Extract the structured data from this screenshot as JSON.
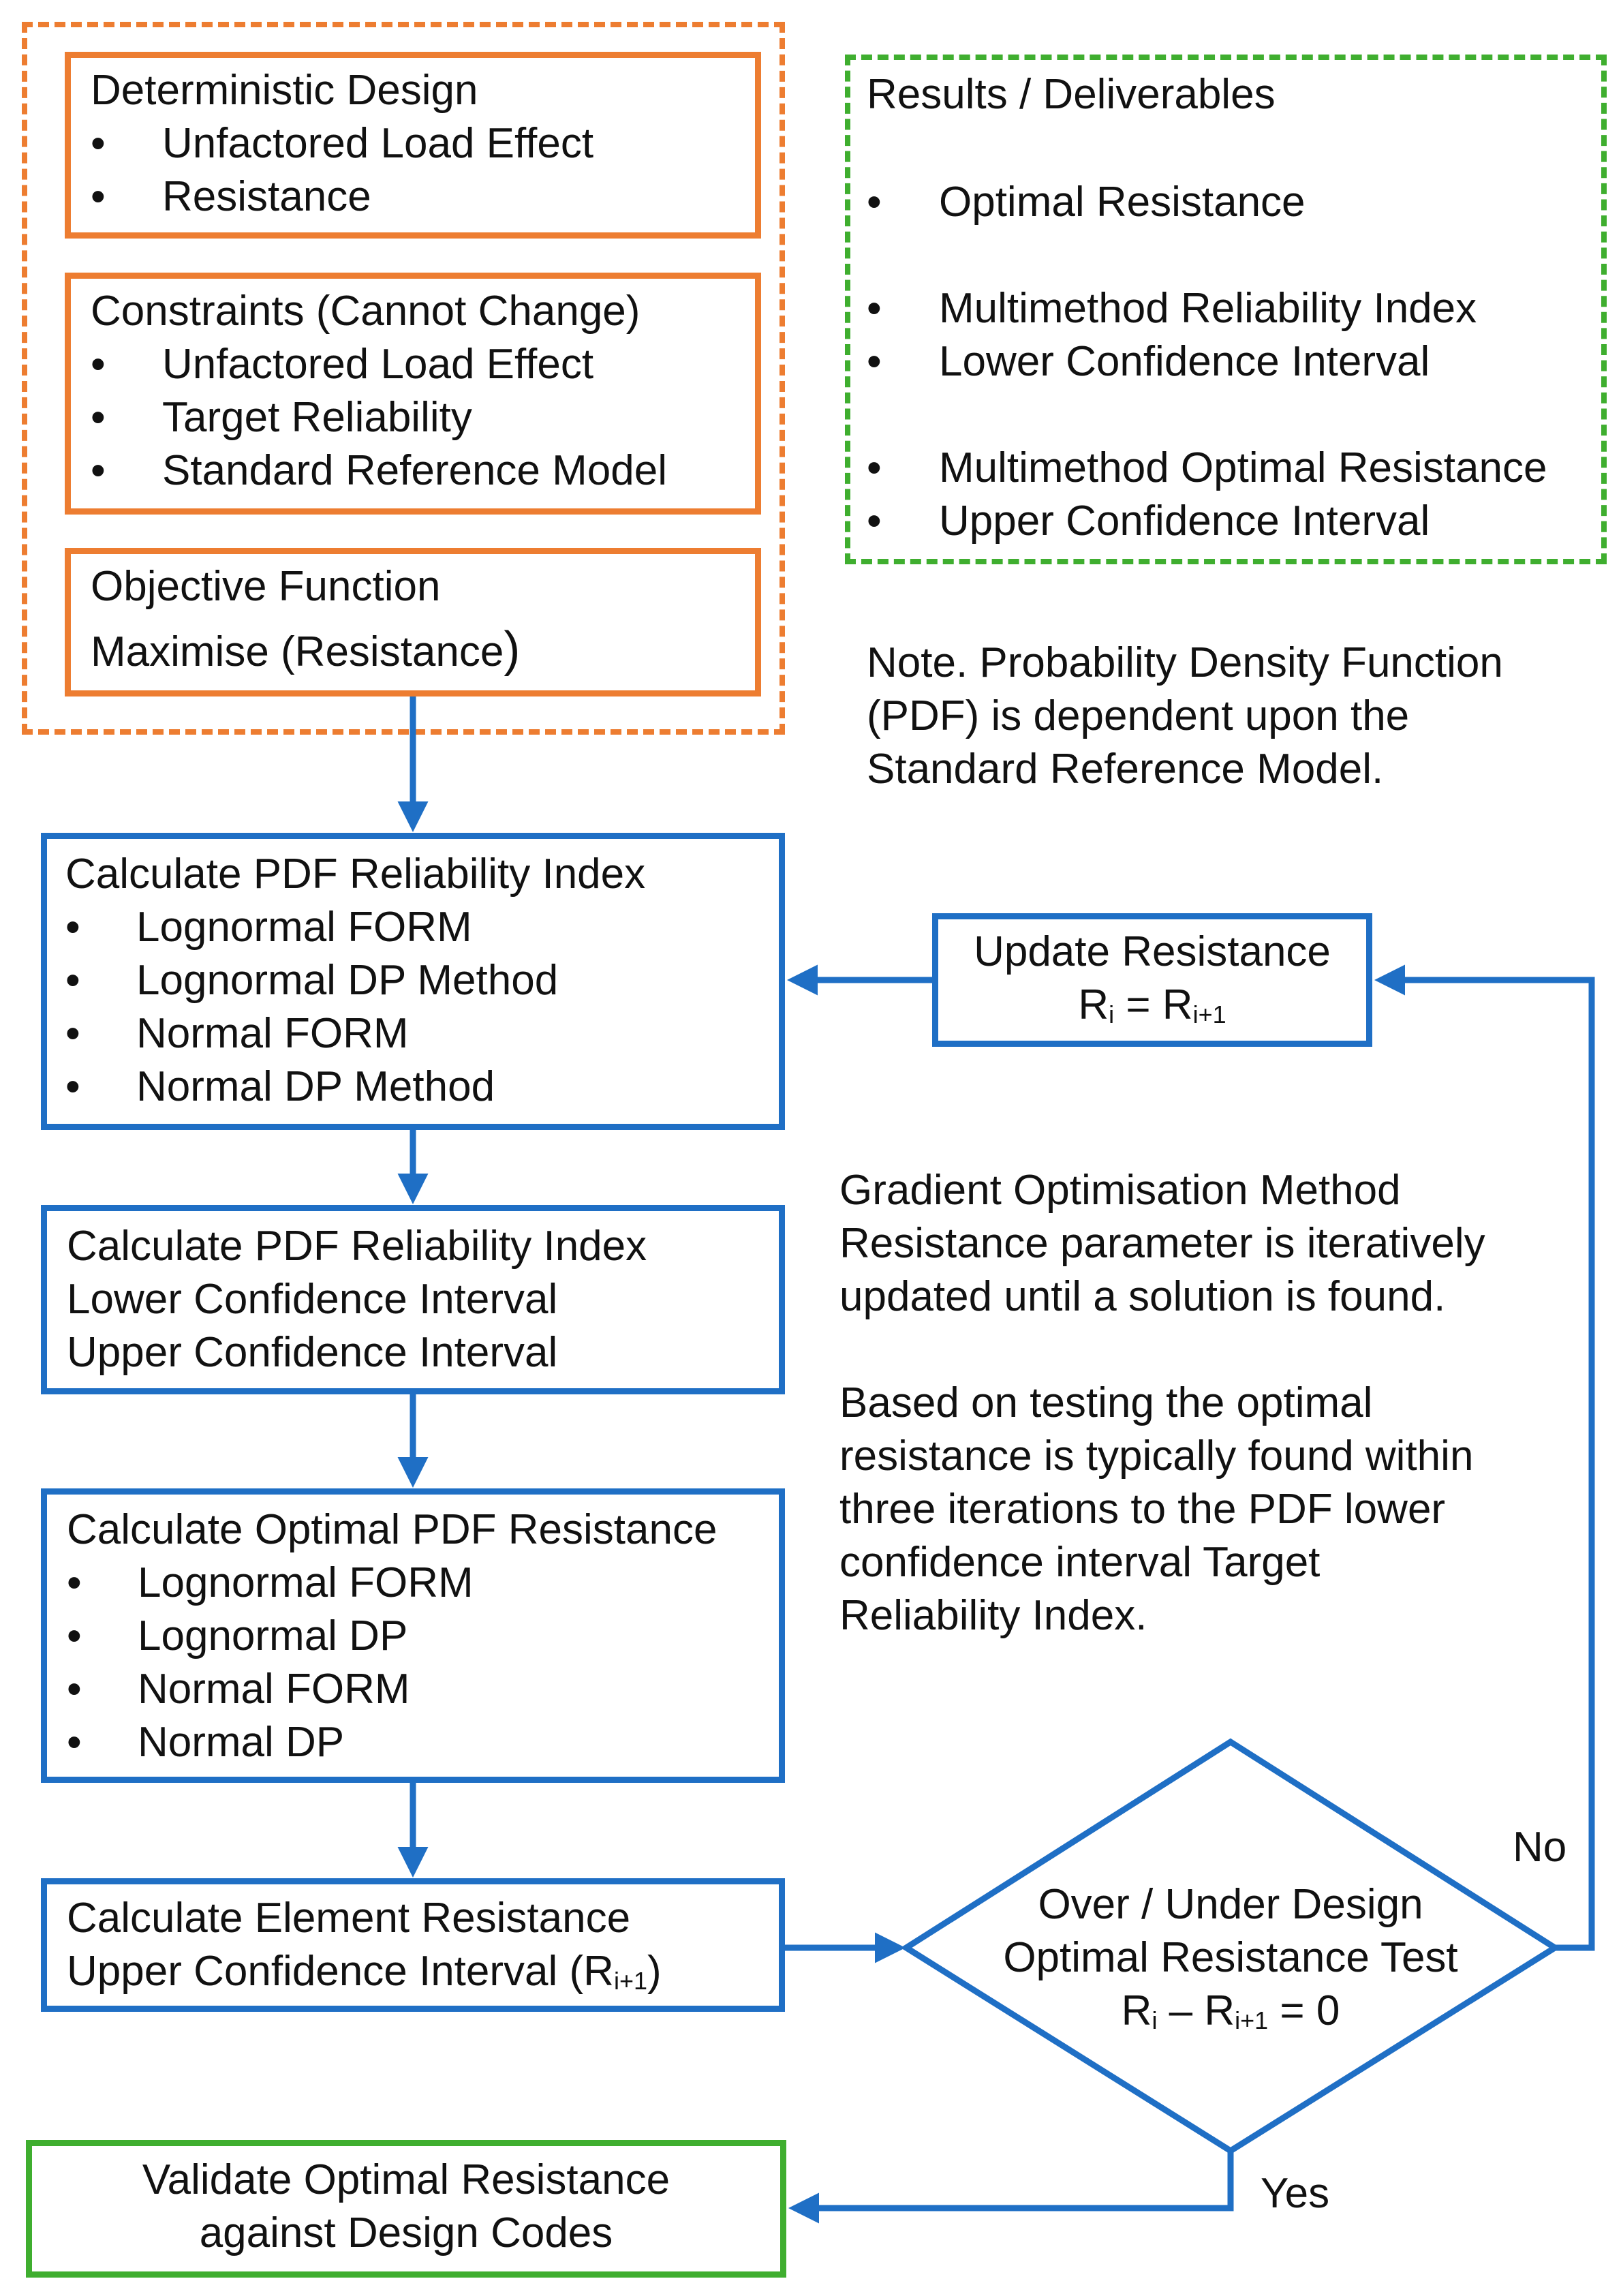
{
  "inputs_group": {
    "deterministic": {
      "title": "Deterministic Design",
      "items": [
        "Unfactored Load Effect",
        "Resistance"
      ]
    },
    "constraints": {
      "title": "Constraints (Cannot Change)",
      "items": [
        "Unfactored Load Effect",
        "Target Reliability",
        "Standard Reference Model"
      ]
    },
    "objective": {
      "title": "Objective Function",
      "line2_prefix": "Maximise (Resistance",
      "line2_suffix": ")"
    }
  },
  "results": {
    "title": "Results / Deliverables",
    "items": [
      "Optimal Resistance",
      "Multimethod Reliability Index",
      "Lower Confidence Interval",
      "Multimethod Optimal Resistance",
      "Upper Confidence Interval"
    ]
  },
  "note": {
    "lines": [
      "Note. Probability Density Function",
      "(PDF) is dependent upon the",
      "Standard Reference Model."
    ]
  },
  "calc_reliability": {
    "title": "Calculate PDF Reliability Index",
    "items": [
      "Lognormal FORM",
      "Lognormal DP Method",
      "Normal FORM",
      "Normal DP Method"
    ]
  },
  "calc_confidence": {
    "lines": [
      "Calculate PDF Reliability Index",
      "Lower Confidence Interval",
      "Upper Confidence Interval"
    ]
  },
  "calc_optimal": {
    "title": "Calculate Optimal PDF Resistance",
    "items": [
      "Lognormal FORM",
      "Lognormal DP",
      "Normal FORM",
      "Normal DP"
    ]
  },
  "calc_element": {
    "line1": "Calculate Element Resistance",
    "line2_prefix": "Upper Confidence Interval  (R",
    "line2_sub": "i+1",
    "line2_suffix": ")"
  },
  "update": {
    "line1": "Update Resistance",
    "r": "R",
    "sub_i": "i",
    "eq": " = R",
    "sub_i1": "i+1"
  },
  "gradient": {
    "lines": [
      "Gradient Optimisation Method",
      "Resistance parameter is iteratively",
      "updated until a solution is found.",
      "",
      "Based on testing the optimal",
      "resistance is typically found within",
      "three iterations to the PDF lower",
      "confidence interval Target",
      "Reliability Index."
    ]
  },
  "decision": {
    "line1": "Over / Under Design",
    "line2": "Optimal Resistance Test",
    "r": "R",
    "sub_i": "i",
    "minus": " – R",
    "sub_i1": "i+1",
    "eq": " = 0"
  },
  "labels": {
    "no": "No",
    "yes": "Yes"
  },
  "validate": {
    "line1": "Validate Optimal Resistance",
    "line2": "against Design Codes"
  },
  "bullet_char": "•"
}
